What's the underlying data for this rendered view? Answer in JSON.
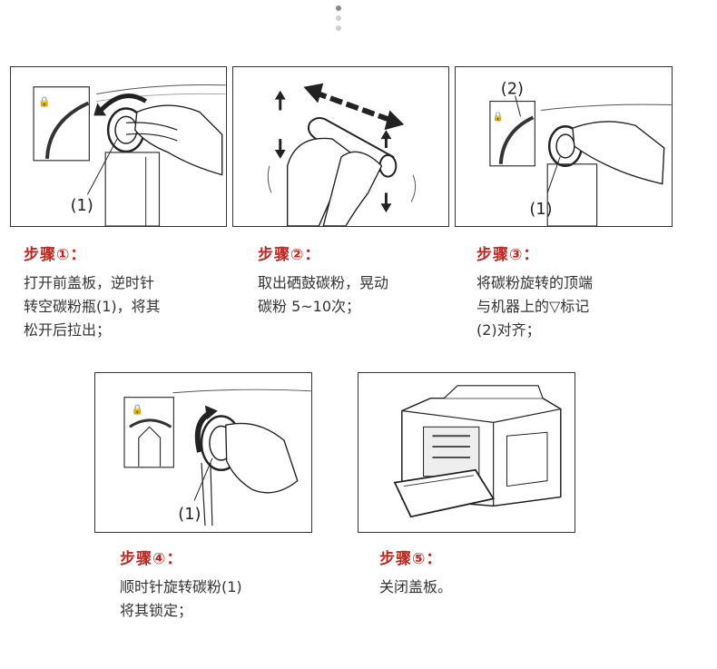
{
  "pager": {
    "dots": 3,
    "active": 0,
    "active_color": "#8a8a8a",
    "inactive_color": "#cfcfcf"
  },
  "colors": {
    "accent": "#c0271f",
    "text": "#333333",
    "border": "#333333"
  },
  "steps": [
    {
      "title": "步骤①：",
      "desc": "打开前盖板，逆时针\n转空碳粉瓶(1)，将其\n松开后拉出；",
      "callouts": [
        "(1)"
      ]
    },
    {
      "title": "步骤②：",
      "desc": "取出硒鼓碳粉，晃动\n碳粉 5~10次；",
      "callouts": []
    },
    {
      "title": "步骤③：",
      "desc": "将碳粉旋转的顶端\n与机器上的▽标记\n(2)对齐；",
      "callouts": [
        "(2)",
        "(1)"
      ]
    },
    {
      "title": "步骤④：",
      "desc": "顺时针旋转碳粉(1)\n将其锁定；",
      "callouts": [
        "(1)"
      ]
    },
    {
      "title": "步骤⑤：",
      "desc": "关闭盖板。",
      "callouts": []
    }
  ]
}
